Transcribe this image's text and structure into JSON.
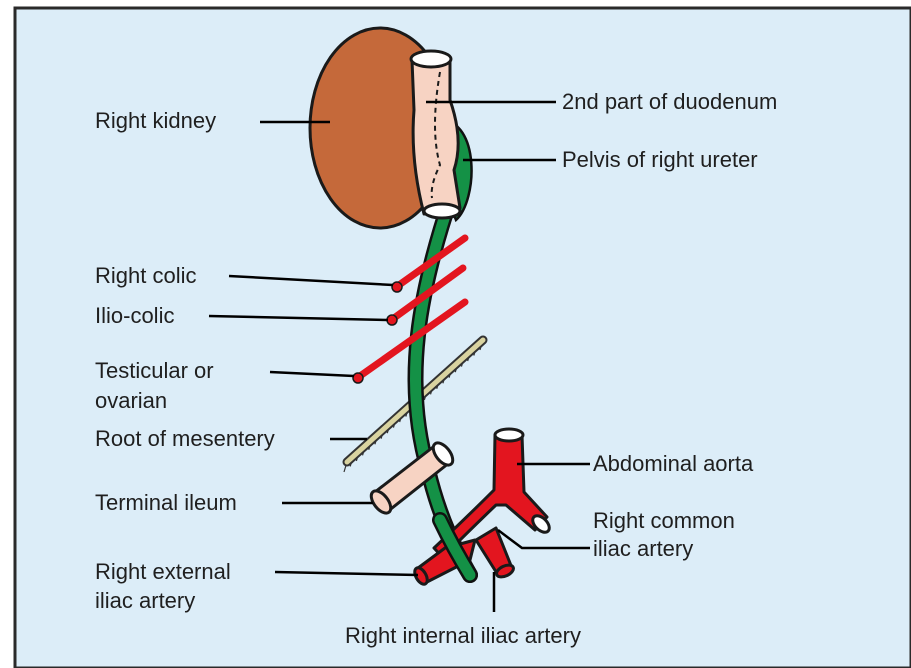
{
  "colors": {
    "background": "#dcedf8",
    "frame": "#2a2a2a",
    "kidney": "#c5693a",
    "duodenum": "#f7d3c3",
    "ureter": "#149146",
    "artery": "#e3151f",
    "mesentery": "#d9d3a0",
    "leader": "#000000"
  },
  "labels": {
    "right_kidney": "Right kidney",
    "duodenum_line1": "2nd part of duodenum",
    "pelvis_ureter": "Pelvis of right ureter",
    "right_colic": "Right colic",
    "ilio_colic": "Ilio-colic",
    "testicular_line1": "Testicular or",
    "testicular_line2": "ovarian",
    "root_mesentery": "Root of mesentery",
    "terminal_ileum": "Terminal ileum",
    "abdominal_aorta": "Abdominal aorta",
    "right_common_line1": "Right common",
    "right_common_line2": "iliac artery",
    "right_external_line1": "Right external",
    "right_external_line2": "iliac artery",
    "right_internal": "Right internal iliac artery"
  }
}
